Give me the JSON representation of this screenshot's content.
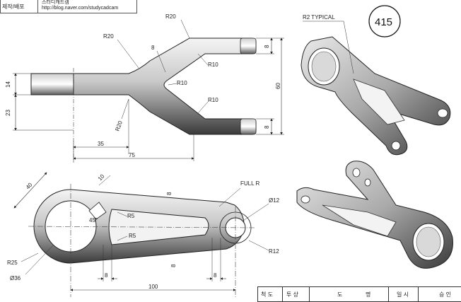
{
  "header": {
    "credit": "제작/배포",
    "brand": "스터디캐드캠",
    "url": "http://blog.naver.com/studycadcam"
  },
  "badge": "415",
  "top_view": {
    "dims": {
      "r20_top": "R20",
      "r20_left": "R20",
      "w8": "8",
      "r10_a": "R10",
      "r10_b": "R10",
      "r10_c": "R10",
      "h14": "14",
      "h23": "23",
      "r20_bottom": "R20",
      "d35": "35",
      "d75": "75",
      "t8_top": "8",
      "t8_bottom": "8",
      "h60": "60"
    }
  },
  "front_view": {
    "dims": {
      "d40": "40",
      "d10": "10",
      "a45": "45°",
      "r5_a": "R5",
      "r5_b": "R5",
      "w8_a": "8",
      "w8_b": "8",
      "full_r": "FULL R",
      "dia12": "Ø12",
      "r25": "R25",
      "dia36": "Ø36",
      "r12": "R12",
      "b8_left": "8",
      "b8_right": "8",
      "d100": "100"
    }
  },
  "iso": {
    "note": "R2 TYPICAL"
  },
  "title_block": {
    "cells": [
      "척 도",
      "투 상",
      "도",
      "명",
      "일 시",
      "승 인"
    ]
  }
}
